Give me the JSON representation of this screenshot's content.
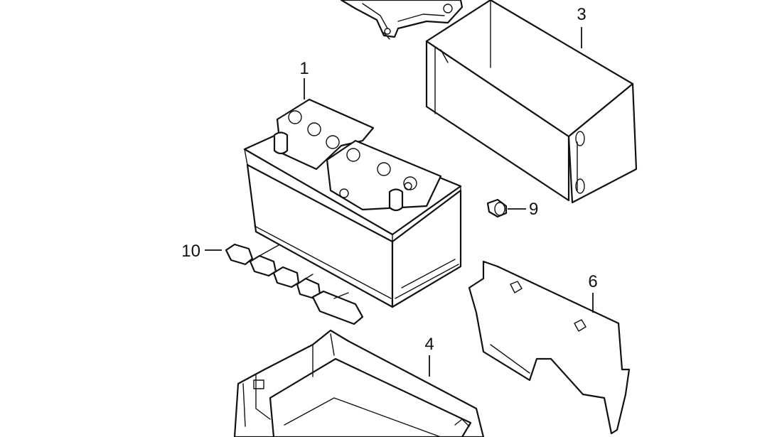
{
  "callouts": {
    "battery": "1",
    "insulation_cover": "3",
    "battery_tray": "4",
    "side_panel": "6",
    "plug": "9",
    "heat_shield_strip": "10"
  }
}
